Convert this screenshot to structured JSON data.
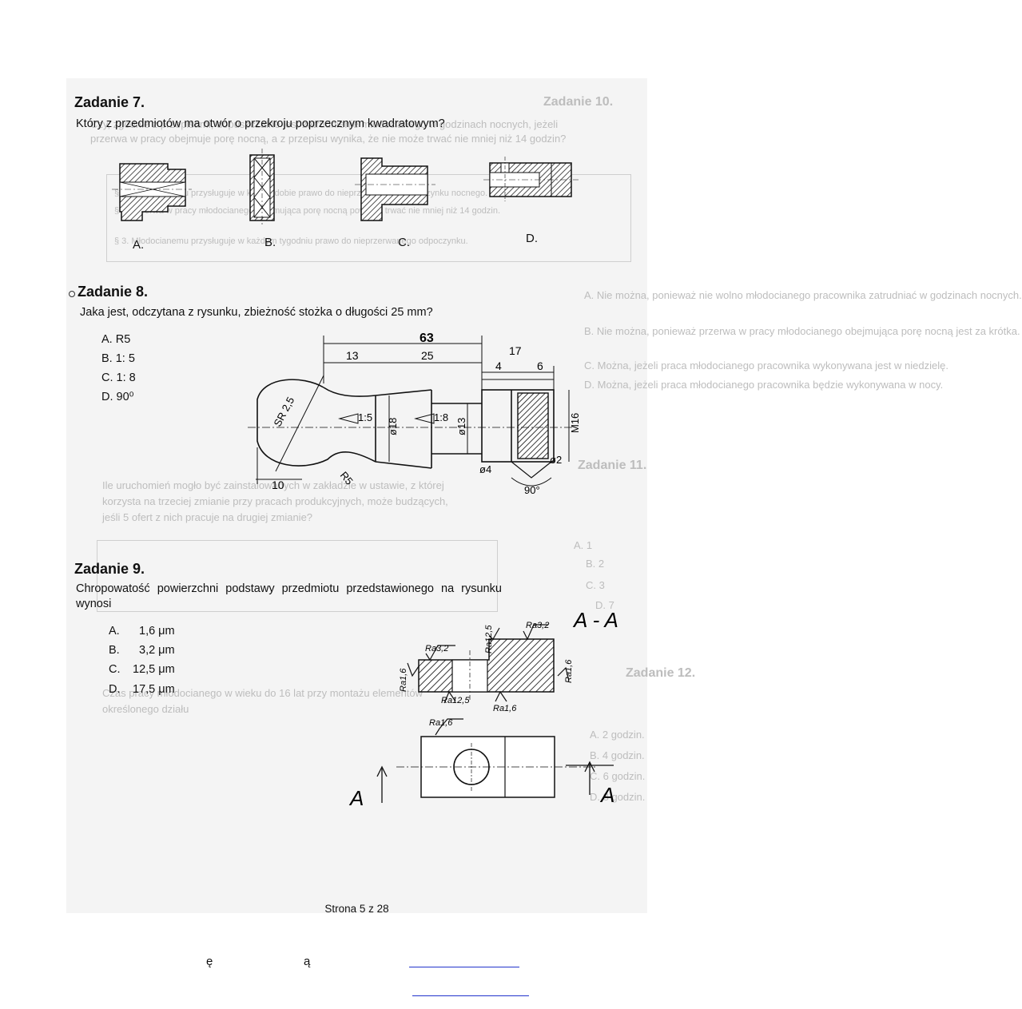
{
  "task7": {
    "title": "Zadanie 7.",
    "question": "Który z przedmiotów ma otwór o przekroju poprzecznym kwadratowym?",
    "labels": [
      "A.",
      "B.",
      "C.",
      "D."
    ]
  },
  "task8": {
    "title": "Zadanie 8.",
    "question": "Jaka jest, odczytana z rysunku, zbieżność stożka o długości 25 mm?",
    "options": [
      "A.  R5",
      "B.  1: 5",
      "C.  1: 8",
      "D.  90⁰"
    ],
    "dims": {
      "d63": "63",
      "d13": "13",
      "d25": "25",
      "d17": "17",
      "d4": "4",
      "d6": "6",
      "sr": "SR 2,5",
      "t15": "1:5",
      "t18": "1:8",
      "phi18": "ø18",
      "phi13": "ø13",
      "m16": "M16",
      "phi4": "ø4",
      "phi2": "ø2",
      "r5": "R5",
      "d10": "10",
      "deg90": "90°"
    }
  },
  "task9": {
    "title": "Zadanie 9.",
    "question_line1": "Chropowatość powierzchni podstawy przedmiotu przedstawionego na rysunku",
    "question_line2": "wynosi",
    "options": [
      {
        "letter": "A.",
        "value": "1,6 μm"
      },
      {
        "letter": "B.",
        "value": "3,2 μm"
      },
      {
        "letter": "C.",
        "value": "12,5 μm"
      },
      {
        "letter": "D.",
        "value": "17,5 μm"
      }
    ],
    "ra": {
      "a": "Ra3,2",
      "b": "Ra12,5",
      "c": "Ra3,2",
      "d": "Ra1,6",
      "e": "Ra1,6",
      "f": "Ra12,5",
      "g": "Ra1,6",
      "h": "Ra1,6"
    },
    "handwritten": {
      "section": "A - A",
      "left": "A",
      "right": "A"
    }
  },
  "ghost": {
    "t10": "Zadanie 10.",
    "t10q1": "Czy, zgodnie z przepisami, dopuszczalne jest zatrudnienie młodocianego w godzinach nocnych, jeżeli",
    "t10q2": "przerwa w pracy obejmuje porę nocną, a z przepisu wynika, że nie może trwać nie mniej niż 14 godzin?",
    "box1": "§ 1. Młodocianemu przysługuje w każdej dobie prawo do nieprzerwanego odpoczynku nocnego.",
    "box2": "§ 2. Przerwa w pracy młodocianego obejmująca porę nocną powinna trwać nie mniej niż 14 godzin.",
    "box3": "§ 3. Młodocianemu przysługuje w każdym tygodniu prawo do nieprzerwanego odpoczynku.",
    "optA": "A.  Nie można, ponieważ nie wolno młodocianego pracownika zatrudniać w godzinach nocnych.",
    "optB": "B.  Nie można, ponieważ przerwa w pracy młodocianego obejmująca porę nocną jest za krótka.",
    "optC": "C.  Można, jeżeli praca młodocianego pracownika wykonywana jest w niedzielę.",
    "optD": "D.  Można, jeżeli praca młodocianego pracownika będzie wykonywana w nocy.",
    "t11": "Zadanie 11.",
    "t11q1": "Ile uruchomień mogło być zainstalowanych w zakładzie w ustawie, z której",
    "t11q2": "korzysta na trzeciej zmianie przy pracach produkcyjnych, może budzących,",
    "t11q3": "jeśli 5 ofert z nich pracuje na drugiej zmianie?",
    "t11a": "A.  1",
    "t11b": "B.  2",
    "t11c": "C.  3",
    "t11d": "D.  7",
    "t12": "Zadanie 12.",
    "t12q1": "Czas pracy młodocianego w wieku do 16 lat przy montażu elementów",
    "t12q2": "określonego działu",
    "t12a": "A.  2 godzin.",
    "t12b": "B.  4 godzin.",
    "t12c": "C.  6 godzin.",
    "t12d": "D.  8 godzin."
  },
  "footer": {
    "page": "Strona 5 z 28",
    "char1": "ę",
    "char2": "ą"
  },
  "colors": {
    "link": "#2233cc",
    "ghost": "#bdbdbd",
    "scan": "#f4f4f4"
  }
}
